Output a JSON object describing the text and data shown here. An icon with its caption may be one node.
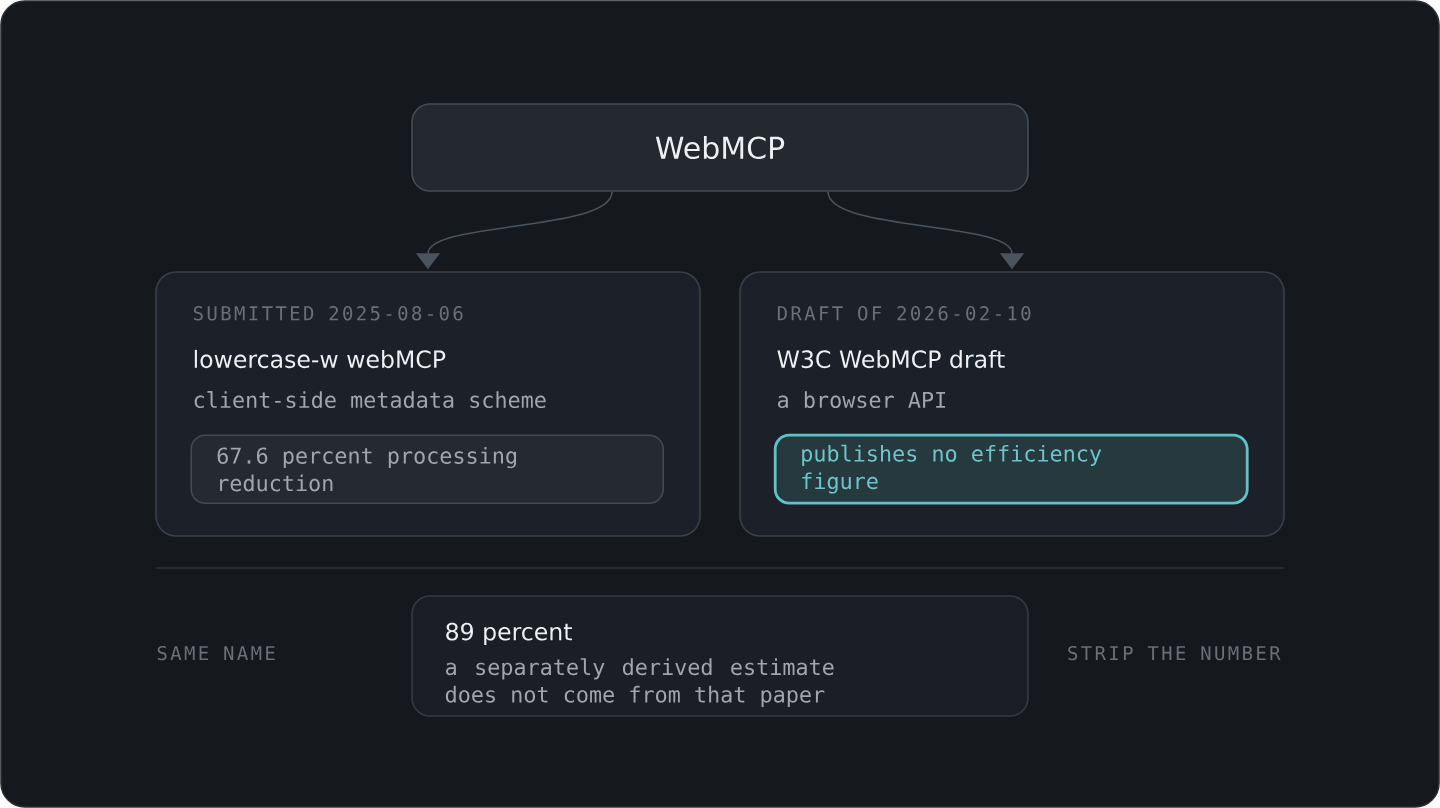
{
  "diagram": {
    "nodes": [
      {
        "text": [
          "WebMCP"
        ]
      },
      {
        "text": [
          "SUBMITTED 2025-08-06",
          "lowercase-w webMCP",
          "client-side metadata scheme"
        ]
      },
      {
        "text": [
          "67.6 percent processing reduction"
        ],
        "in": 1
      },
      {
        "text": [
          "DRAFT OF 2026-02-10",
          "W3C WebMCP draft",
          "a browser API"
        ]
      },
      {
        "text": [
          "publishes no efficiency figure"
        ],
        "in": 3
      },
      {
        "text": [
          "89 percent",
          "a separately derived estimate does not come from that paper"
        ]
      }
    ],
    "edges": [
      {
        "from": 0,
        "to": 1,
        "arrow": "to"
      },
      {
        "from": 0,
        "to": 3,
        "arrow": "to"
      }
    ],
    "labels": [
      "SAME NAME",
      "STRIP THE NUMBER"
    ]
  }
}
